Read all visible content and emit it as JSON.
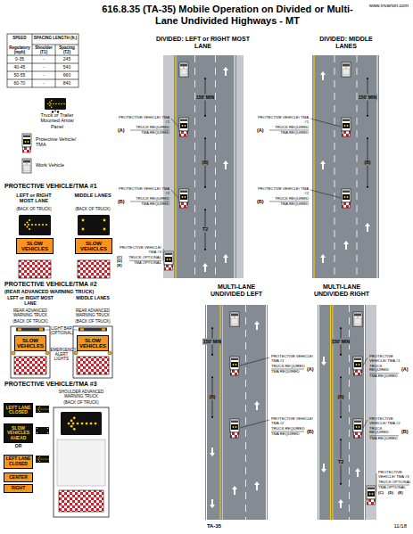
{
  "diagram": {
    "title": "616.8.35 (TA-35) Mobile Operation on Divided or Multi-Lane Undivided Highways - MT",
    "nodes": [
      {
        "text": [
          "SLOW VEHICLES"
        ]
      },
      {
        "text": [
          "SLOW VEHICLES"
        ]
      },
      {
        "text": [
          "SLOW VEHICLES"
        ]
      },
      {
        "text": [
          "SLOW VEHICLES"
        ]
      },
      {
        "text": [
          "LEFT LANE CLOSED"
        ]
      },
      {
        "text": [
          "SLOW VEHICLES AHEAD"
        ]
      },
      {
        "text": [
          "LEFT LANE CLOSED"
        ]
      },
      {
        "text": [
          "CENTER"
        ]
      },
      {
        "text": [
          "RIGHT"
        ]
      }
    ],
    "labels": [
      "www.invarion.com",
      "SPEED",
      "SPACING LENGTH (ft.)",
      "Regulatory (mph)",
      "Shoulder (T1)",
      "Spacing (T2)",
      "0-35",
      "-",
      "245",
      "40-45",
      "-",
      "540",
      "50-55",
      "-",
      "660",
      "60-70",
      "-",
      "840",
      "PROTECTIVE VEHICLE/TMA #1",
      "LEFT or RIGHT MOST LANE",
      "MIDDLE LANES",
      "(BACK OF TRUCK)",
      "(BACK OF TRUCK)",
      "PROTECTIVE VEHICLE/TMA #2",
      "(REAR ADVANCED WARNING TRUCK)",
      "LEFT or RIGHT MOST LANE",
      "MIDDLE LANES",
      "REAR ADVANCED WARNING TRUCK",
      "(BACK OF TRUCK)",
      "REAR ADVANCED WARNING TRUCK",
      "(BACK OF TRUCK)",
      "LIGHT BAR (OPTIONAL)",
      "EMERGENCY ALERT LIGHTS",
      "PROTECTIVE VEHICLE/TMA #3",
      "SHOULDER ADVANCED WARNING TRUCK",
      "(BACK OF TRUCK)",
      "OR",
      "DIVIDED: LEFT or RIGHT MOST LANE",
      "PROTECTIVE VEHICLE/ TMA #1",
      "(A)",
      "TRUCK REQUIRED",
      "TMA REQUIRED",
      "150' MIN",
      "(B)",
      "PROTECTIVE VEHICLE/ TMA #2",
      "(B)",
      "TRUCK REQUIRED",
      "TMA REQUIRED",
      "T2",
      "PROTECTIVE VEHICLE/ TMA #3",
      "(C)",
      "(D)",
      "(E)",
      "TRUCK OPTIONAL",
      "TMA OPTIONAL",
      "DIVIDED: MIDDLE LANES",
      "PROTECTIVE VEHICLE/ TMA #1",
      "(A)",
      "TRUCK REQUIRED",
      "TMA REQUIRED",
      "150' MIN",
      "(B)",
      "PROTECTIVE VEHICLE/ TMA #2",
      "(B)",
      "TRUCK REQUIRED",
      "TMA REQUIRED",
      "MULTI-LANE UNDIVIDED LEFT",
      "PROTECTIVE VEHICLE/ TMA #1",
      "(A)",
      "TRUCK REQUIRED",
      "TMA REQUIRED",
      "150' MIN",
      "(B)",
      "PROTECTIVE VEHICLE/ TMA #2",
      "(B)",
      "TRUCK REQUIRED",
      "TMA REQUIRED",
      "MULTI-LANE UNDIVIDED RIGHT",
      "PROTECTIVE VEHICLE/ TMA #1",
      "(A)",
      "TRUCK REQUIRED",
      "TMA REQUIRED",
      "150' MIN",
      "(B)",
      "PROTECTIVE VEHICLE/ TMA #2",
      "(B)",
      "TRUCK REQUIRED",
      "TMA REQUIRED",
      "T2",
      "PROTECTIVE VEHICLE/ TMA #3",
      "(C)",
      "(D)",
      "(E)",
      "TRUCK OPTIONAL",
      "TMA OPTIONAL",
      "TA-35",
      "11/18"
    ],
    "legend": [
      {
        "text": "Truck or Trailer Mounted Arrow Panel"
      },
      {
        "text": "Protective Vehicle/ TMA"
      },
      {
        "text": "Work Vehicle"
      }
    ]
  }
}
